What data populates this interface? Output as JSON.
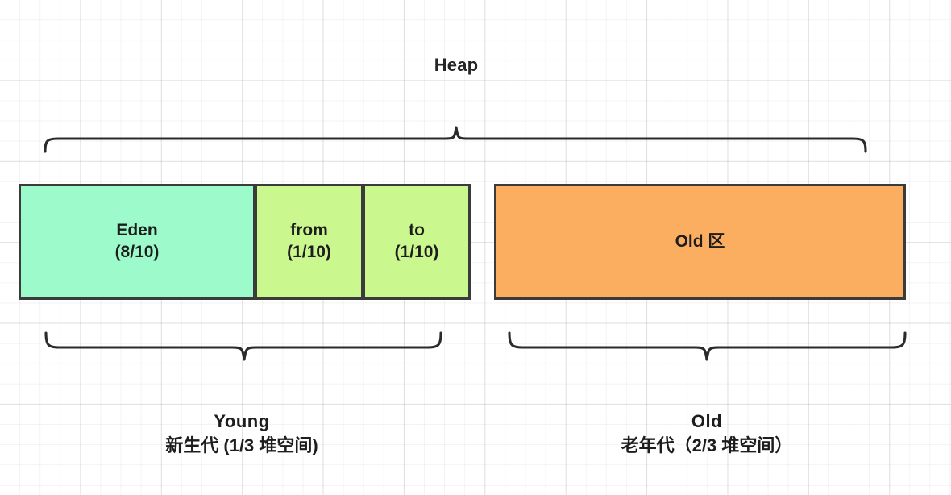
{
  "diagram": {
    "title": "Heap",
    "heap_label": "Heap",
    "regions": {
      "young": {
        "name_en": "Young",
        "name_zh": "新生代 (1/3 堆空间)",
        "segments": [
          {
            "id": "eden",
            "label": "Eden",
            "ratio": "(8/10)",
            "color": "#9DFBCB"
          },
          {
            "id": "from",
            "label": "from",
            "ratio": "(1/10)",
            "color": "#CBF78F"
          },
          {
            "id": "to",
            "label": "to",
            "ratio": "(1/10)",
            "color": "#CBF78F"
          }
        ]
      },
      "old": {
        "name_en": "Old",
        "name_zh": "老年代（2/3 堆空间）",
        "box_label": "Old 区",
        "color": "#FBAD60"
      }
    },
    "stroke_color": "#2b2b2b",
    "border_color": "#3b3b3b",
    "text_color": "#1d1d1d",
    "background": "#ffffff",
    "grid_color": "#e8e8e8"
  }
}
